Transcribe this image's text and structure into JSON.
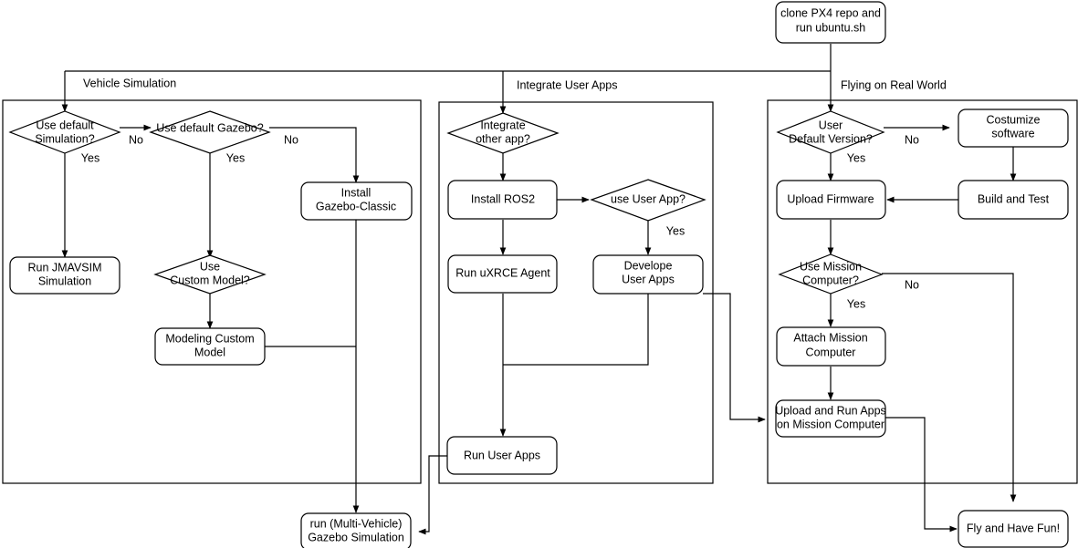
{
  "diagram": {
    "title": "PX4 Development Workflow Flowchart",
    "background": "#ffffff",
    "stroke": "#000000"
  },
  "start": {
    "line1": "clone PX4 repo and",
    "line2": "run ubuntu.sh"
  },
  "branches": {
    "vehicle_simulation": "Vehicle Simulation",
    "integrate_user_apps": "Integrate User Apps",
    "flying_real_world": "Flying on Real World"
  },
  "left_panel": {
    "use_default_sim_l1": "Use default",
    "use_default_sim_l2": "Simulation?",
    "use_default_gazebo": "Use default Gazebo?",
    "install_gazebo_l1": "Install",
    "install_gazebo_l2": "Gazebo-Classic",
    "run_jmavsim_l1": "Run JMAVSIM",
    "run_jmavsim_l2": "Simulation",
    "use_custom_model_l1": "Use",
    "use_custom_model_l2": "Custom Model?",
    "modeling_custom_l1": "Modeling Custom",
    "modeling_custom_l2": "Model",
    "label_no_1": "No",
    "label_yes_1": "Yes",
    "label_no_2": "No",
    "label_yes_2": "Yes"
  },
  "middle_panel": {
    "integrate_other_l1": "Integrate",
    "integrate_other_l2": "other app?",
    "install_ros2": "Install ROS2",
    "use_user_app": "use User App?",
    "run_uxrce": "Run uXRCE Agent",
    "develope_apps_l1": "Develope",
    "develope_apps_l2": "User Apps",
    "run_user_apps": "Run User Apps",
    "label_yes": "Yes"
  },
  "right_panel": {
    "user_default_version_l1": "User",
    "user_default_version_l2": "Default Version?",
    "costumize_l1": "Costumize",
    "costumize_l2": "software",
    "upload_firmware": "Upload Firmware",
    "build_and_test": "Build and Test",
    "use_mission_l1": "Use Mission",
    "use_mission_l2": "Computer?",
    "attach_mission_l1": "Attach Mission",
    "attach_mission_l2": "Computer",
    "upload_run_apps_l1": "Upload and Run Apps",
    "upload_run_apps_l2": "on Mission Computer",
    "label_no_1": "No",
    "label_yes_1": "Yes",
    "label_no_2": "No",
    "label_yes_2": "Yes"
  },
  "bottom": {
    "multi_vehicle_l1": "run (Multi-Vehicle)",
    "multi_vehicle_l2": "Gazebo Simulation",
    "fly_have_fun": "Fly and Have Fun!"
  }
}
